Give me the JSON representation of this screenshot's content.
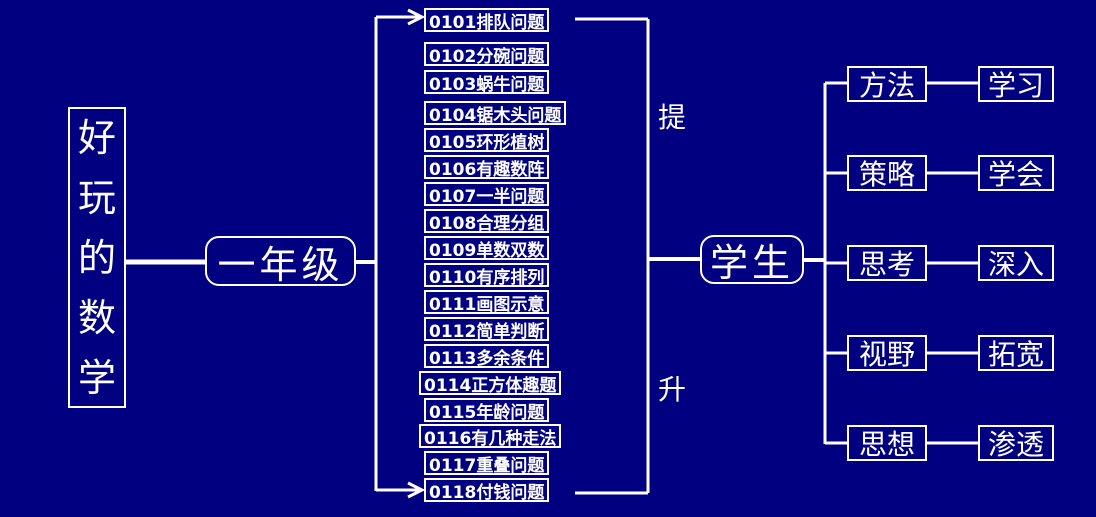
{
  "title": [
    "好",
    "玩",
    "的",
    "数",
    "学"
  ],
  "grade": "一年级",
  "student": "学生",
  "problems": [
    "0101排队问题",
    "0102分碗问题",
    "0103蜗牛问题",
    "0104锯木头问题",
    "0105环形植树",
    "0106有趣数阵",
    "0107一半问题",
    "0108合理分组",
    "0109单数双数",
    "0110有序排列",
    "0111画图示意",
    "0112简单判断",
    "0113多余条件",
    "0114正方体趣题",
    "0115年龄问题",
    "0116有几种走法",
    "0117重叠问题",
    "0118付钱问题"
  ],
  "side_top": "提",
  "side_bottom": "升",
  "methods": [
    "方法",
    "策略",
    "思考",
    "视野",
    "思想"
  ],
  "results": [
    "学习",
    "学会",
    "深入",
    "拓宽",
    "渗透"
  ]
}
